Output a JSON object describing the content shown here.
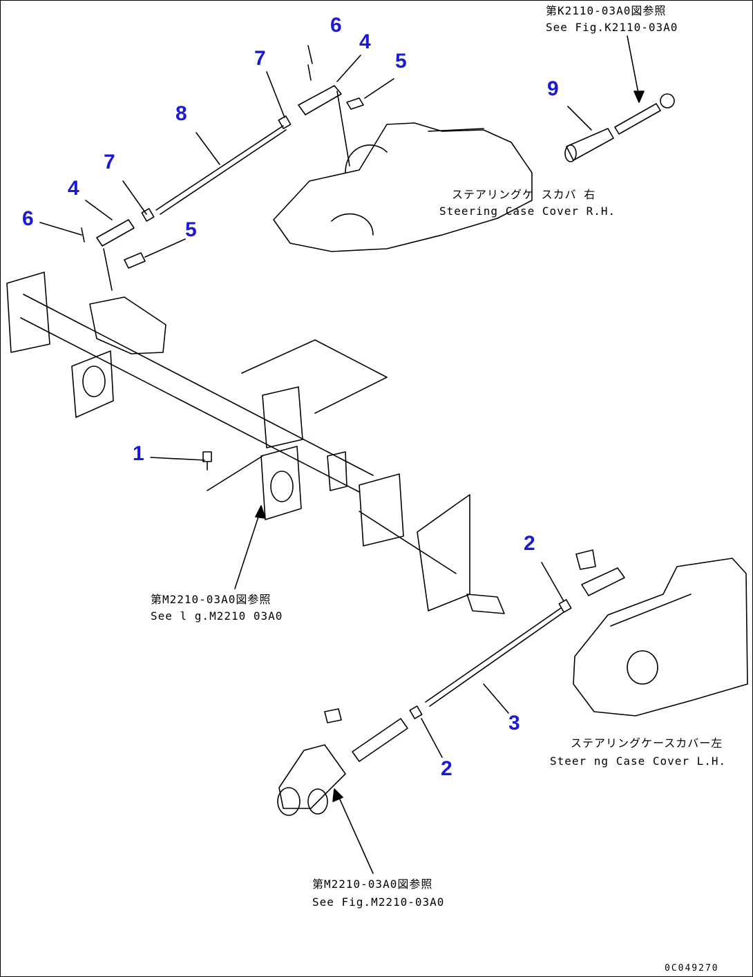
{
  "callouts": [
    {
      "id": "n6a",
      "text": "6"
    },
    {
      "id": "n4a",
      "text": "4"
    },
    {
      "id": "n5a",
      "text": "5"
    },
    {
      "id": "n7a",
      "text": "7"
    },
    {
      "id": "n8",
      "text": "8"
    },
    {
      "id": "n9",
      "text": "9"
    },
    {
      "id": "n7b",
      "text": "7"
    },
    {
      "id": "n4b",
      "text": "4"
    },
    {
      "id": "n6b",
      "text": "6"
    },
    {
      "id": "n5b",
      "text": "5"
    },
    {
      "id": "n1",
      "text": "1"
    },
    {
      "id": "n2a",
      "text": "2"
    },
    {
      "id": "n3",
      "text": "3"
    },
    {
      "id": "n2b",
      "text": "2"
    }
  ],
  "refs": {
    "top_right_jp": "第K2110-03A0図参照",
    "top_right_en": "See Fig.K2110-03A0",
    "steer_rh_jp": "ステアリングケ スカバ 右",
    "steer_rh_en": "Steering Case Cover R.H.",
    "mid_jp": "第M2210-03A0図参照",
    "mid_en": "See l g.M2210 03A0",
    "steer_lh_jp": "ステアリングケースカバー左",
    "steer_lh_en": "Steer ng Case Cover L.H.",
    "bottom_jp": "第M2210-03A0図参照",
    "bottom_en": "See Fig.M2210-03A0"
  },
  "drawing_code": "0C049270"
}
